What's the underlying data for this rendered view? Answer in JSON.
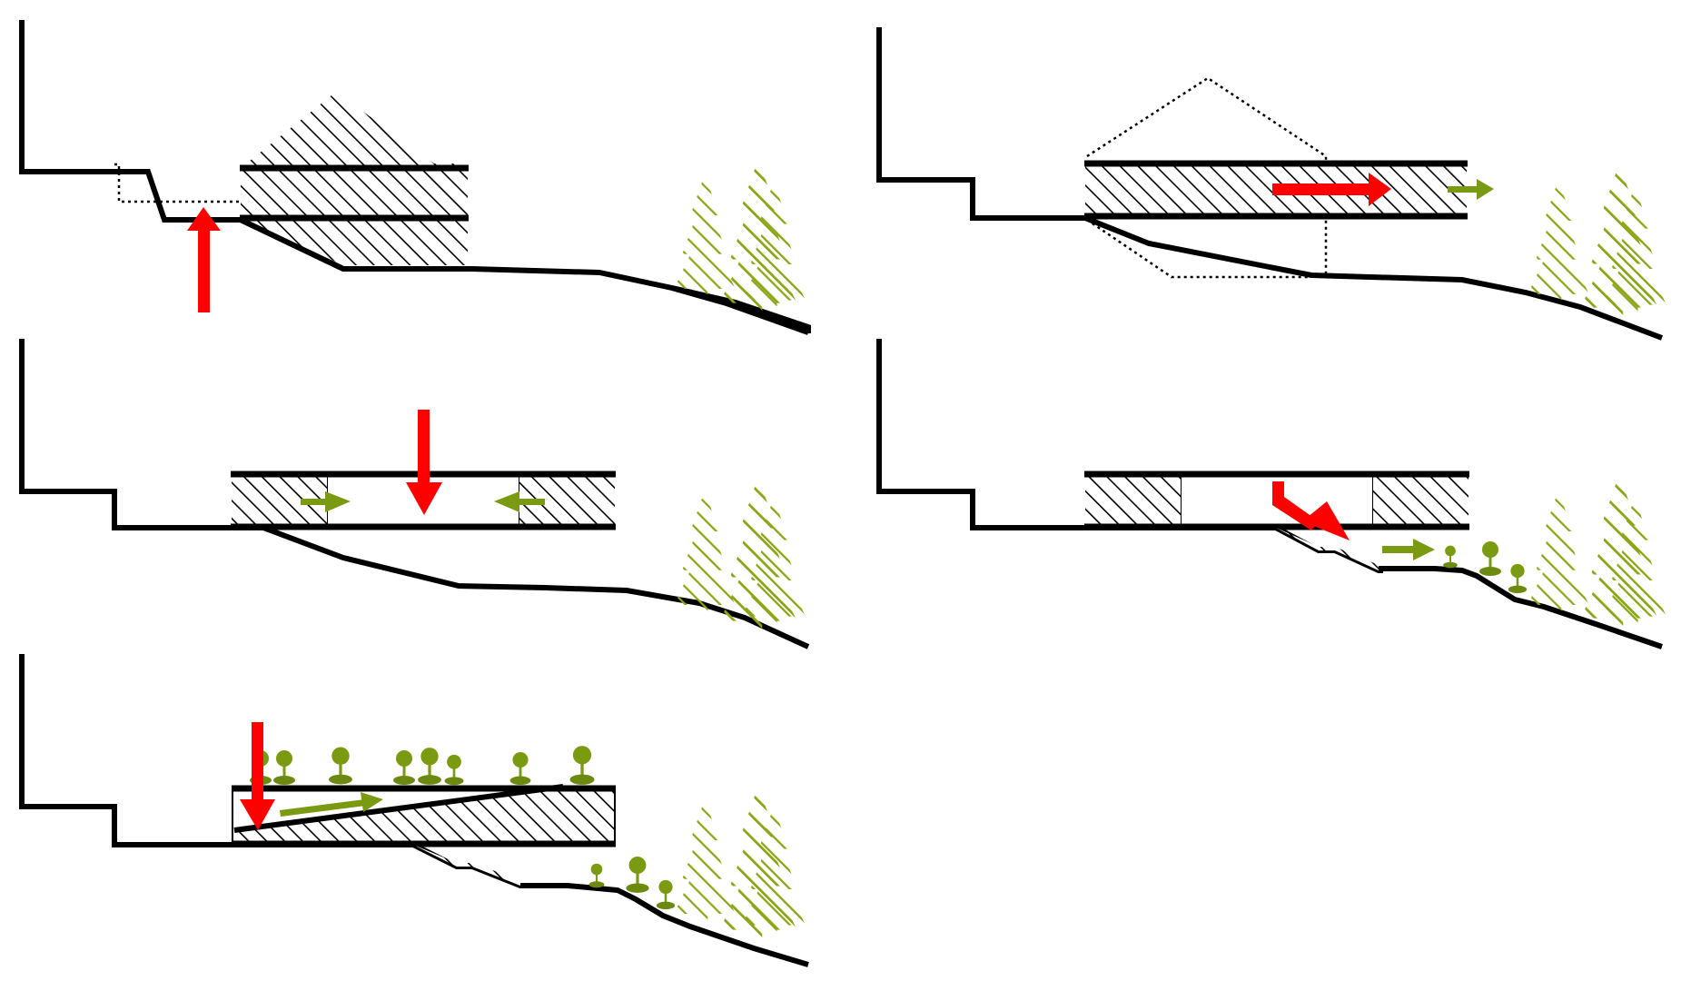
{
  "diagram": {
    "colors": {
      "line": "#000000",
      "hatch": "#000000",
      "red_arrow": "#ff0000",
      "green_arrow": "#7a9a12",
      "tree": "#8aa616",
      "background": "#ffffff"
    },
    "panels": [
      {
        "id": "panel-1",
        "order": 1,
        "red_arrow": "up",
        "green_arrows": [],
        "building": "gabled-two-storey"
      },
      {
        "id": "panel-2",
        "order": 2,
        "red_arrow": "right",
        "green_arrows": [
          "right"
        ],
        "building": "cantilevered-slab"
      },
      {
        "id": "panel-3",
        "order": 3,
        "red_arrow": "down",
        "green_arrows": [
          "right",
          "left"
        ],
        "building": "opened-courtyard"
      },
      {
        "id": "panel-4",
        "order": 4,
        "red_arrow": "down-right",
        "green_arrows": [
          "right"
        ],
        "building": "courtyard-with-stepped-terrace"
      },
      {
        "id": "panel-5",
        "order": 5,
        "red_arrow": "down",
        "green_arrows": [
          "up-right"
        ],
        "building": "ramped-green-roof"
      }
    ]
  }
}
